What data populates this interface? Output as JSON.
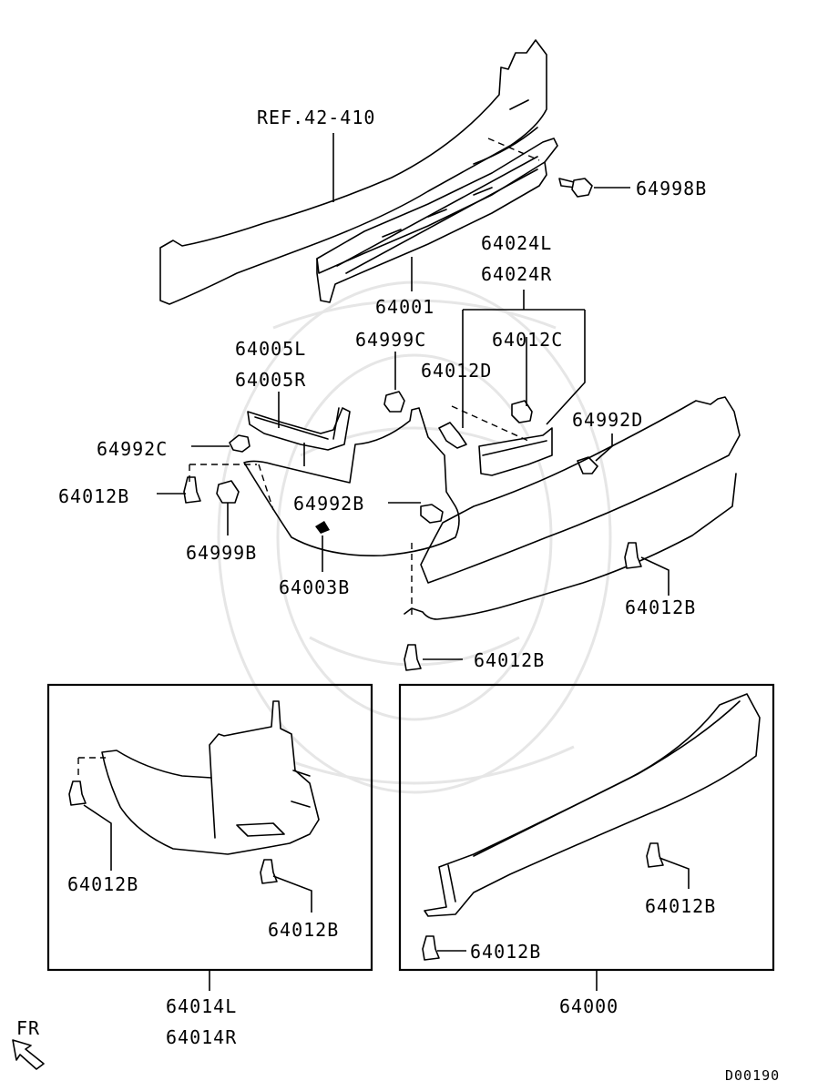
{
  "diagram": {
    "reference": "REF.42-410",
    "drawing_code": "D00190",
    "direction_label": "FR",
    "parts": {
      "p64998B": "64998B",
      "p64024L": "64024L",
      "p64024R": "64024R",
      "p64001": "64001",
      "p64999C": "64999C",
      "p64012C": "64012C",
      "p64005L": "64005L",
      "p64005R": "64005R",
      "p64012D": "64012D",
      "p64992D": "64992D",
      "p64992C": "64992C",
      "p64012B_left": "64012B",
      "p64992B": "64992B",
      "p64999B": "64999B",
      "p64003B": "64003B",
      "p64012B_right": "64012B",
      "p64012B_center": "64012B",
      "box_left_a": "64012B",
      "box_left_b": "64012B",
      "box_right_a": "64012B",
      "box_right_b": "64012B",
      "p64014L": "64014L",
      "p64014R": "64014R",
      "p64000": "64000"
    }
  }
}
